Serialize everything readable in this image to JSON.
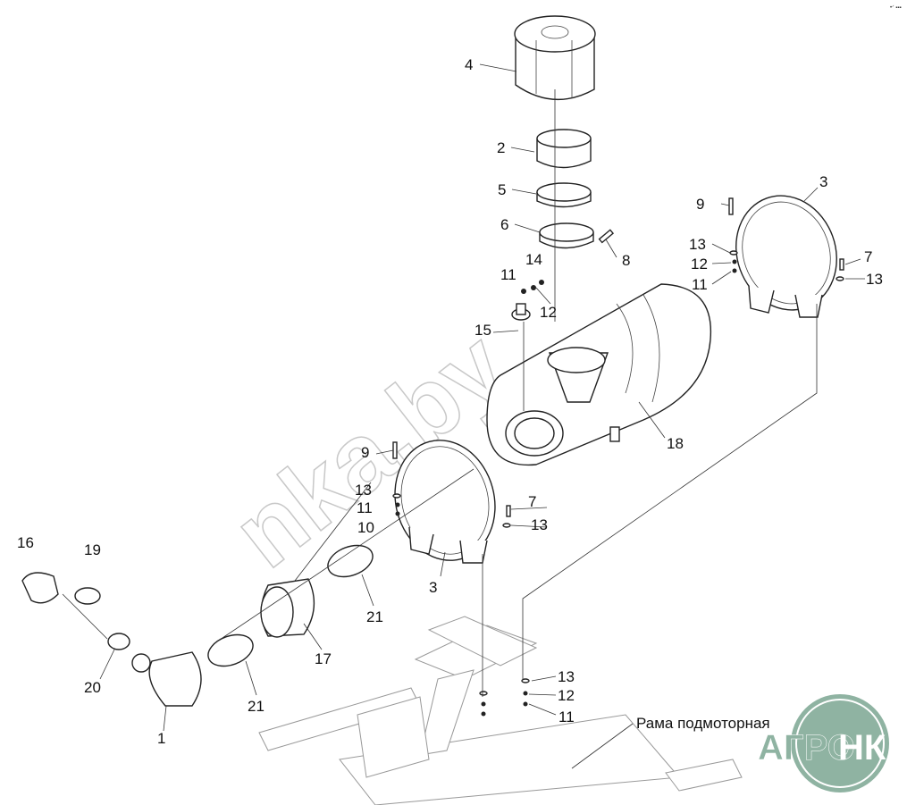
{
  "diagram": {
    "callouts": {
      "c4": "4",
      "c2": "2",
      "c5": "5",
      "c6": "6",
      "c8": "8",
      "c14": "14",
      "c11a": "11",
      "c12a": "12",
      "c15": "15",
      "c9a": "9",
      "c3a": "3",
      "c13a": "13",
      "c12b": "12",
      "c11b": "11",
      "c7a": "7",
      "c13b": "13",
      "c18": "18",
      "c9b": "9",
      "c13c": "13",
      "c11c": "11",
      "c10": "10",
      "c7b": "7",
      "c13d": "13",
      "c3b": "3",
      "c16": "16",
      "c19": "19",
      "c21a": "21",
      "c17": "17",
      "c21b": "21",
      "c20": "20",
      "c1": "1",
      "c13e": "13",
      "c12c": "12",
      "c11d": "11"
    },
    "frame_label": "Рама подмоторная",
    "watermark": "nka.by",
    "logo": {
      "text_left": "АГРО",
      "text_right": "НКА",
      "color": "#8fb3a2"
    },
    "corner_mark": "•ᐟ ▪▪▪"
  }
}
